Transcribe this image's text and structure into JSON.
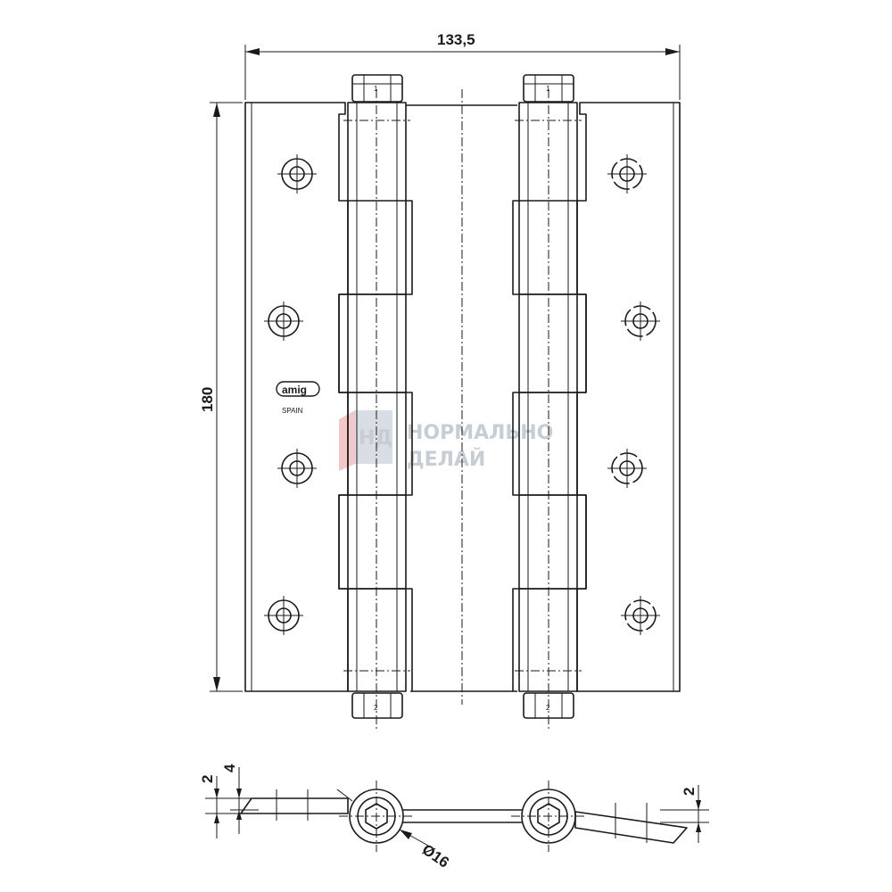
{
  "dimensions": {
    "width": "133,5",
    "height": "180",
    "diameter": "Ø16",
    "leaf_thickness_left": "2",
    "offset_left": "4",
    "leaf_thickness_right": "2"
  },
  "logo": {
    "brand": "amig",
    "country": "SPAIN"
  },
  "pin_marks": {
    "top_left": "1",
    "top_right": "1",
    "bottom_left": "2",
    "bottom_right": "2"
  },
  "watermark": {
    "monogram": "НД",
    "line1": "НОРМАЛЬНО",
    "line2": "ДЕЛАЙ"
  },
  "colors": {
    "line": "#1a1a1a",
    "watermark_gray": "#c7cdd4",
    "watermark_red": "#f1c7c7"
  }
}
